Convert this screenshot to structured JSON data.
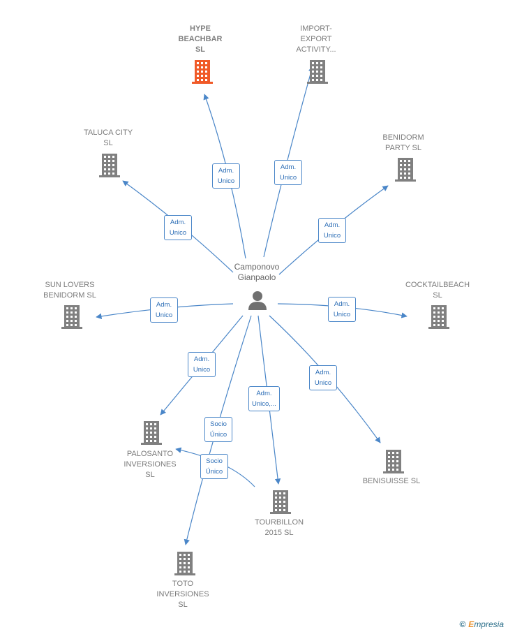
{
  "center": {
    "label": "Camponovo\nGianpaolo",
    "icon": "person-icon"
  },
  "companies": [
    {
      "id": "hype",
      "label": "HYPE\nBEACHBAR\nSL",
      "highlight": true,
      "color": "#f05a28"
    },
    {
      "id": "import",
      "label": "IMPORT-\nEXPORT\nACTIVITY...",
      "highlight": false,
      "color": "#808080"
    },
    {
      "id": "taluca",
      "label": "TALUCA CITY\nSL",
      "highlight": false,
      "color": "#808080"
    },
    {
      "id": "benidorm",
      "label": "BENIDORM\nPARTY  SL",
      "highlight": false,
      "color": "#808080"
    },
    {
      "id": "sunlovers",
      "label": "SUN LOVERS\nBENIDORM  SL",
      "highlight": false,
      "color": "#808080"
    },
    {
      "id": "cocktail",
      "label": "COCKTAILBEACH\nSL",
      "highlight": false,
      "color": "#808080"
    },
    {
      "id": "palosanto",
      "label": "PALOSANTO\nINVERSIONES\nSL",
      "highlight": false,
      "color": "#808080"
    },
    {
      "id": "benisuisse",
      "label": "BENISUISSE SL",
      "highlight": false,
      "color": "#808080"
    },
    {
      "id": "tourbillon",
      "label": "TOURBILLON\n2015  SL",
      "highlight": false,
      "color": "#808080"
    },
    {
      "id": "toto",
      "label": "TOTO\nINVERSIONES\nSL",
      "highlight": false,
      "color": "#808080"
    }
  ],
  "edges": [
    {
      "from": "center",
      "to": "hype",
      "label": "Adm.\nUnico"
    },
    {
      "from": "center",
      "to": "import",
      "label": "Adm.\nUnico"
    },
    {
      "from": "center",
      "to": "taluca",
      "label": "Adm.\nUnico"
    },
    {
      "from": "center",
      "to": "benidorm",
      "label": "Adm.\nUnico"
    },
    {
      "from": "center",
      "to": "sunlovers",
      "label": "Adm.\nUnico"
    },
    {
      "from": "center",
      "to": "cocktail",
      "label": "Adm.\nUnico"
    },
    {
      "from": "center",
      "to": "palosanto",
      "label": "Adm.\nUnico"
    },
    {
      "from": "center",
      "to": "benisuisse",
      "label": "Adm.\nUnico"
    },
    {
      "from": "center",
      "to": "tourbillon",
      "label": "Adm.\nUnico,..."
    },
    {
      "from": "center",
      "to": "toto",
      "label": "Socio\nÚnico"
    },
    {
      "from": "tourbillon",
      "to": "palosanto",
      "label": "Socio\nÚnico"
    }
  ],
  "colors": {
    "edge": "#4a86c8",
    "building": "#808080",
    "highlight": "#f05a28",
    "person": "#707070"
  },
  "brand": {
    "copyright": "©",
    "name_first": "E",
    "name_rest": "mpresia"
  }
}
